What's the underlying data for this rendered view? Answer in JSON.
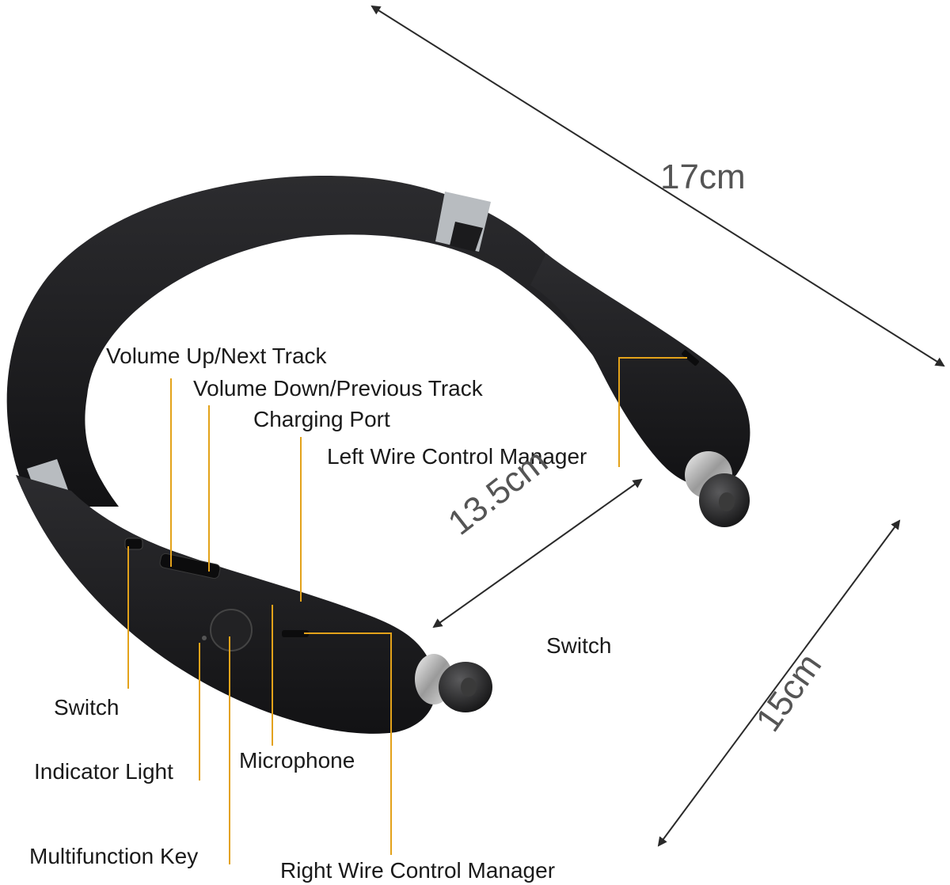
{
  "labels": {
    "volume_up": "Volume Up/Next Track",
    "volume_down": "Volume Down/Previous Track",
    "charging_port": "Charging Port",
    "left_wire": "Left Wire Control Manager",
    "switch_right": "Switch",
    "switch_left": "Switch",
    "indicator_light": "Indicator Light",
    "microphone": "Microphone",
    "multifunction_key": "Multifunction Key",
    "right_wire": "Right Wire Control Manager"
  },
  "dimensions": {
    "length": "17cm",
    "inner_gap": "13.5cm",
    "depth": "15cm"
  },
  "colors": {
    "leader": "#e3a21a",
    "headset_body": "#1b1b1d",
    "accent_band": "#b8bcc0",
    "arrow": "#2a2a2a"
  }
}
